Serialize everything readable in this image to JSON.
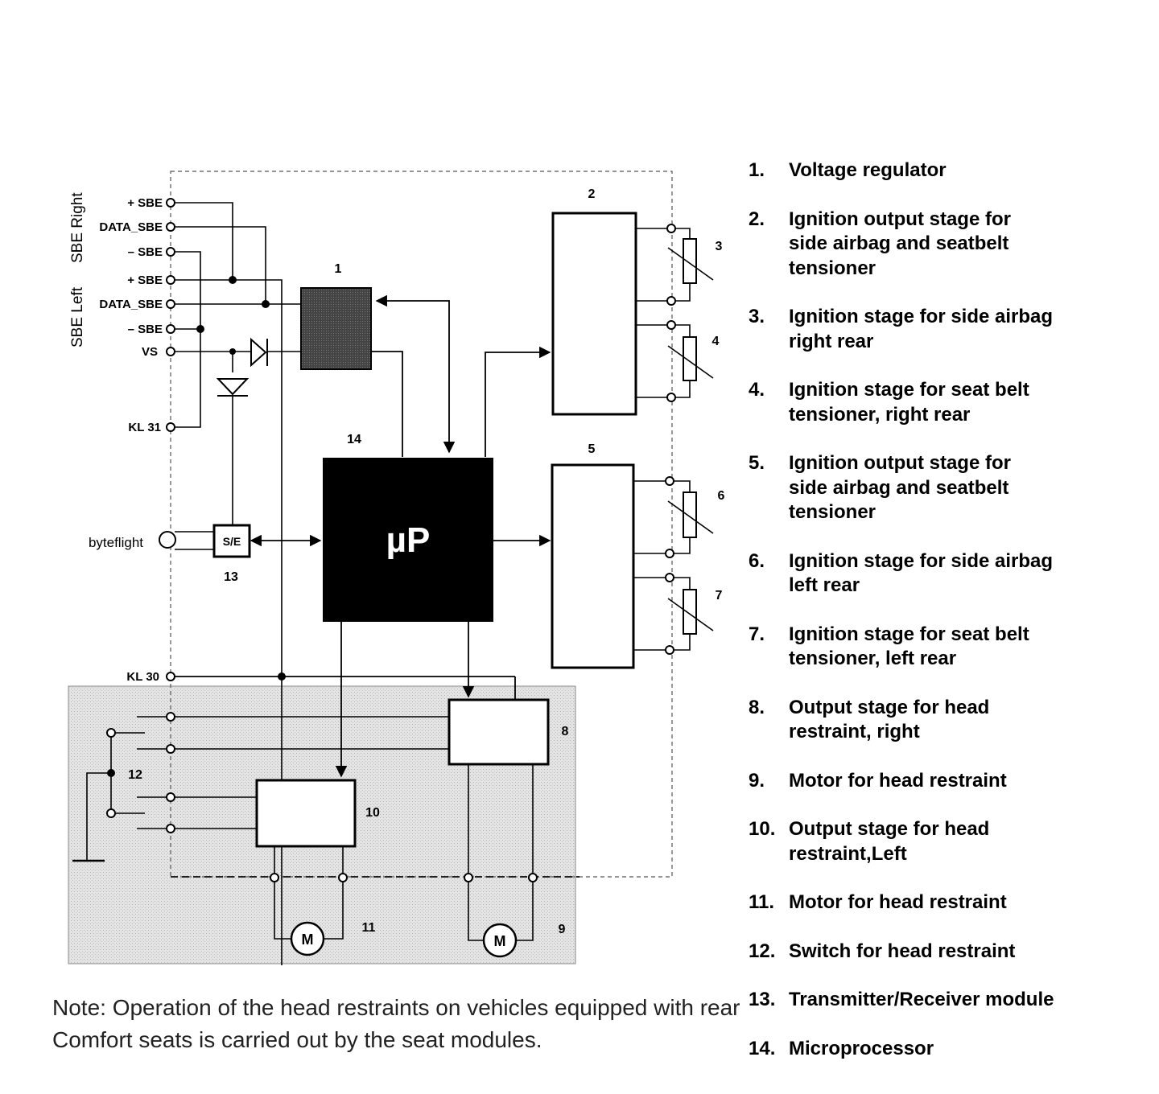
{
  "diagram": {
    "pins": {
      "plus_sbe_1": "+ SBE",
      "data_sbe_1": "DATA_SBE",
      "minus_sbe_1": "– SBE",
      "plus_sbe_2": "+ SBE",
      "data_sbe_2": "DATA_SBE",
      "minus_sbe_2": "– SBE",
      "vs": "VS",
      "kl31": "KL 31",
      "kl30": "KL 30"
    },
    "side_labels": {
      "right": "SBE Right",
      "left": "SBE Left"
    },
    "byteflight": "byteflight",
    "microprocessor": "µP",
    "se_module": "S/E",
    "motor": "M",
    "numbers": [
      "1",
      "2",
      "3",
      "4",
      "5",
      "6",
      "7",
      "8",
      "9",
      "10",
      "11",
      "12",
      "13",
      "14"
    ]
  },
  "legend": [
    {
      "num": "1.",
      "text": "Voltage regulator"
    },
    {
      "num": "2.",
      "text": "Ignition output stage for\nside airbag and seatbelt\ntensioner"
    },
    {
      "num": "3.",
      "text": "Ignition stage for side airbag\nright rear"
    },
    {
      "num": "4.",
      "text": "Ignition stage for seat belt\ntensioner, right rear"
    },
    {
      "num": "5.",
      "text": "Ignition output stage for\nside airbag and seatbelt\ntensioner"
    },
    {
      "num": "6.",
      "text": "Ignition stage for side airbag\nleft rear"
    },
    {
      "num": "7.",
      "text": "Ignition stage for seat belt\ntensioner, left rear"
    },
    {
      "num": "8.",
      "text": "Output stage for head\nrestraint, right"
    },
    {
      "num": "9.",
      "text": "Motor for head restraint"
    },
    {
      "num": "10.",
      "text": "Output stage for head\nrestraint,Left"
    },
    {
      "num": "11.",
      "text": "Motor for head restraint"
    },
    {
      "num": "12.",
      "text": "Switch for head restraint"
    },
    {
      "num": "13.",
      "text": "Transmitter/Receiver module"
    },
    {
      "num": "14.",
      "text": "Microprocessor"
    }
  ],
  "note": "Note: Operation of the head restraints on vehicles equipped with rear Comfort seats is carried out by the seat modules."
}
